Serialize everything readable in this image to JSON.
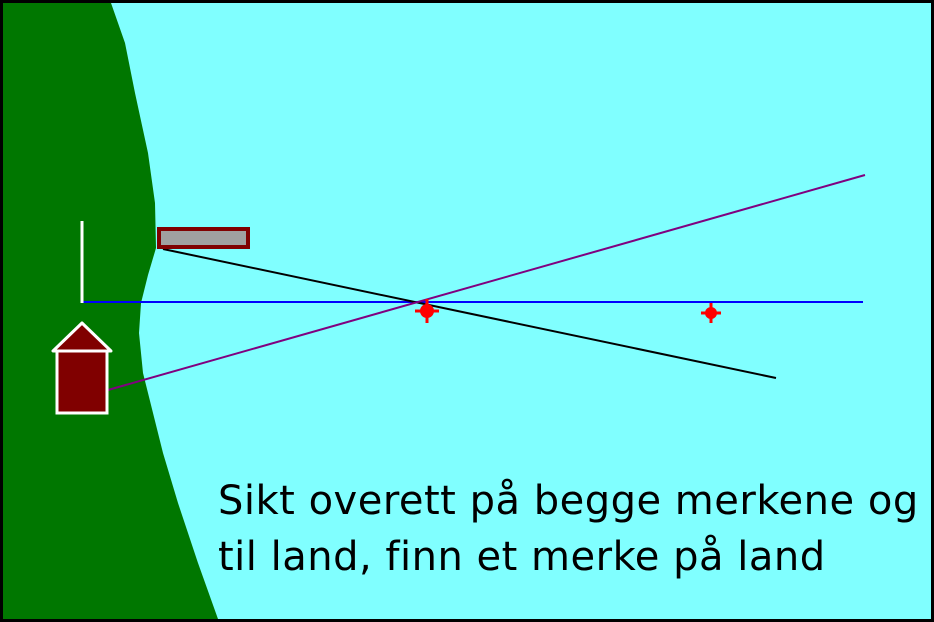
{
  "caption": {
    "line1": "Sikt overett på begge merkene og",
    "line2": "til land, finn et merke på land"
  },
  "colors": {
    "water": "#80ffff",
    "land": "#007700",
    "house": "#800000",
    "house_outline": "#ffffff",
    "sign_fill": "#a0a0a0",
    "sign_border": "#800000",
    "leading_line": "#0000ff",
    "cross_line_1": "#000000",
    "cross_line_2": "#800080",
    "marker": "#ff0000"
  },
  "icons": {
    "house": "house-icon",
    "sign": "sign-board",
    "pole": "flag-pole",
    "markers": [
      "red-marker",
      "red-marker"
    ]
  }
}
